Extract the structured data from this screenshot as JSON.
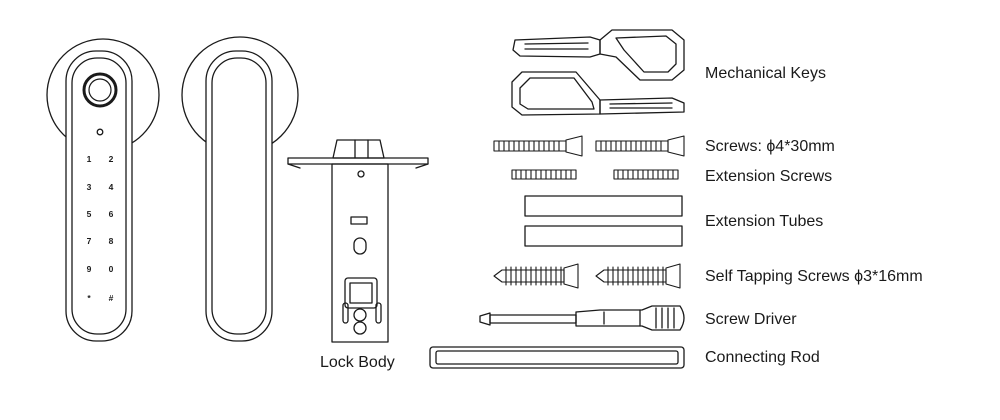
{
  "labels": {
    "lock_body": "Lock Body",
    "mechanical_keys": "Mechanical Keys",
    "screws": "Screws: ϕ4*30mm",
    "extension_screws": "Extension Screws",
    "extension_tubes": "Extension Tubes",
    "self_tapping_screws": "Self Tapping Screws ϕ3*16mm",
    "screw_driver": "Screw Driver",
    "connecting_rod": "Connecting Rod"
  },
  "keypad": [
    "1",
    "2",
    "3",
    "4",
    "5",
    "6",
    "7",
    "8",
    "9",
    "0",
    "*",
    "#"
  ],
  "style": {
    "line_color": "#1a1a1a",
    "background": "#ffffff"
  }
}
